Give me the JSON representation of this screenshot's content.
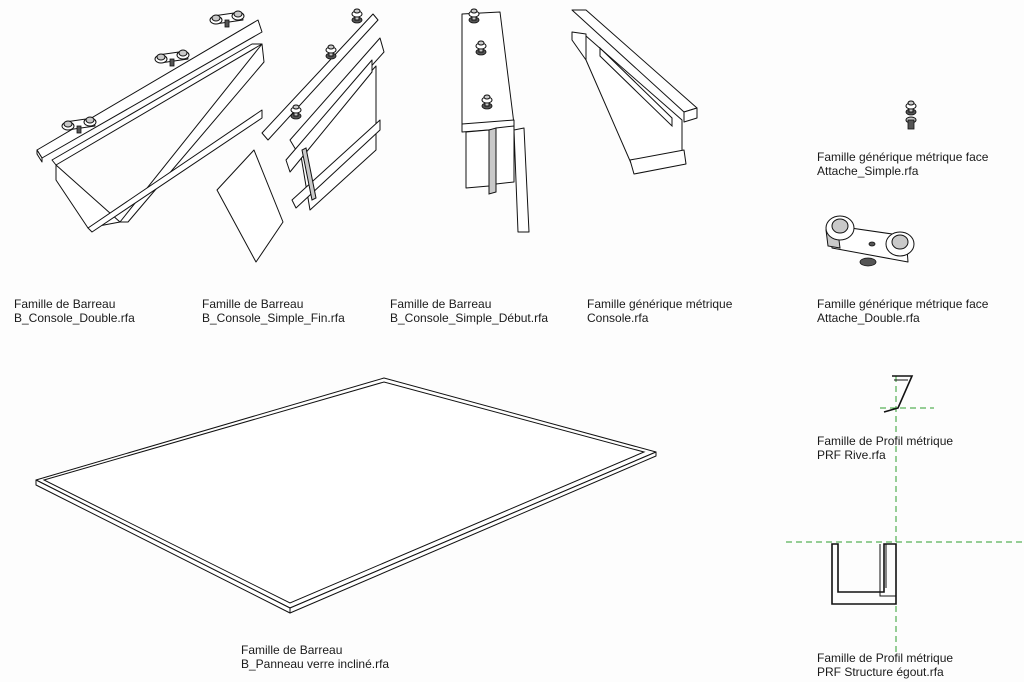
{
  "families": [
    {
      "line1": "Famille de Barreau",
      "line2": "B_Console_Double.rfa"
    },
    {
      "line1": "Famille de Barreau",
      "line2": "B_Console_Simple_Fin.rfa"
    },
    {
      "line1": "Famille de Barreau",
      "line2": "B_Console_Simple_Début.rfa"
    },
    {
      "line1": "Famille générique métrique",
      "line2": "Console.rfa"
    },
    {
      "line1": "Famille générique métrique face",
      "line2": "Attache_Simple.rfa"
    },
    {
      "line1": "Famille générique métrique face",
      "line2": "Attache_Double.rfa"
    },
    {
      "line1": "Famille de Profil métrique",
      "line2": "PRF Rive.rfa"
    },
    {
      "line1": "Famille de Barreau",
      "line2": "B_Panneau verre incliné.rfa"
    },
    {
      "line1": "Famille de Profil métrique",
      "line2": "PRF Structure  égout.rfa"
    }
  ],
  "colors": {
    "background": "#fdfdfd",
    "line": "#111111",
    "axis": "#2e9e2e"
  }
}
